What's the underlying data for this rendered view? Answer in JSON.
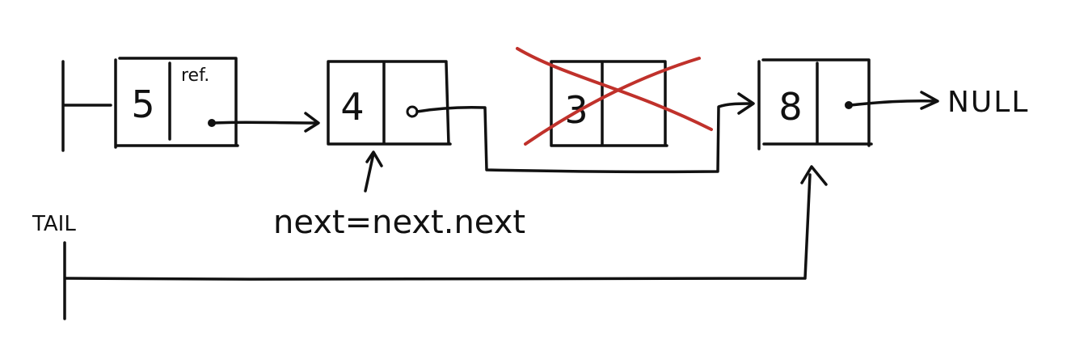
{
  "colors": {
    "ink": "#111111",
    "cross": "#c0312b",
    "background": "#ffffff"
  },
  "nodes": [
    {
      "value": "5",
      "ref_label": "ref.",
      "removed": false
    },
    {
      "value": "4",
      "ref_label": "",
      "removed": false
    },
    {
      "value": "3",
      "ref_label": "",
      "removed": true
    },
    {
      "value": "8",
      "ref_label": "",
      "removed": false
    }
  ],
  "null_label": "NULL",
  "tail_label": "TAIL",
  "annotation": "next=next.next"
}
